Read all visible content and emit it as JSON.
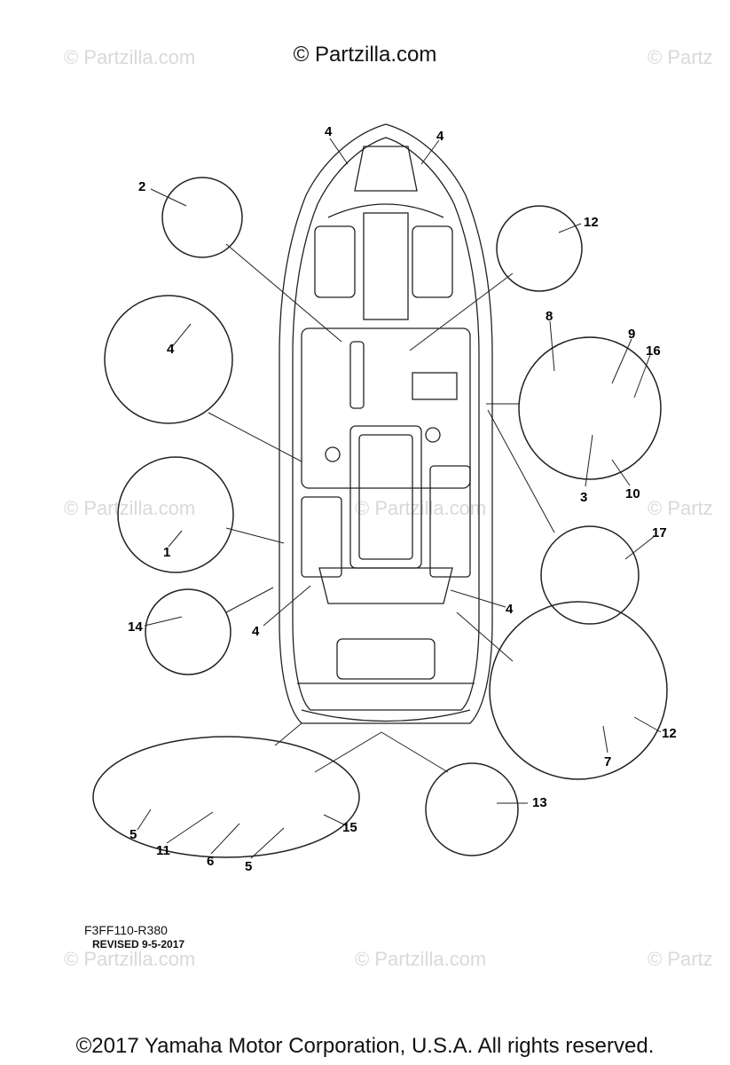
{
  "watermarks": {
    "top_left": "© Partzilla.com",
    "top_right": "© Partz",
    "mid_left": "© Partzilla.com",
    "mid_center": "© Partzilla.com",
    "mid_right": "© Partz",
    "bot_left": "© Partzilla.com",
    "bot_center": "© Partzilla.com",
    "bot_right": "© Partz"
  },
  "header": "© Partzilla.com",
  "callouts": {
    "c4a": "4",
    "c4b": "4",
    "c2": "2",
    "c12a": "12",
    "c4c": "4",
    "c8": "8",
    "c9": "9",
    "c16": "16",
    "c3": "3",
    "c10": "10",
    "c1": "1",
    "c17": "17",
    "c4d": "4",
    "c14": "14",
    "c4e": "4",
    "c12b": "12",
    "c7": "7",
    "c13": "13",
    "c5a": "5",
    "c15": "15",
    "c11": "11",
    "c6": "6",
    "c5b": "5"
  },
  "code": "F3FF110-R380",
  "revised": "REVISED 9-5-2017",
  "footer": "©2017 Yamaha Motor Corporation, U.S.A. All rights reserved."
}
